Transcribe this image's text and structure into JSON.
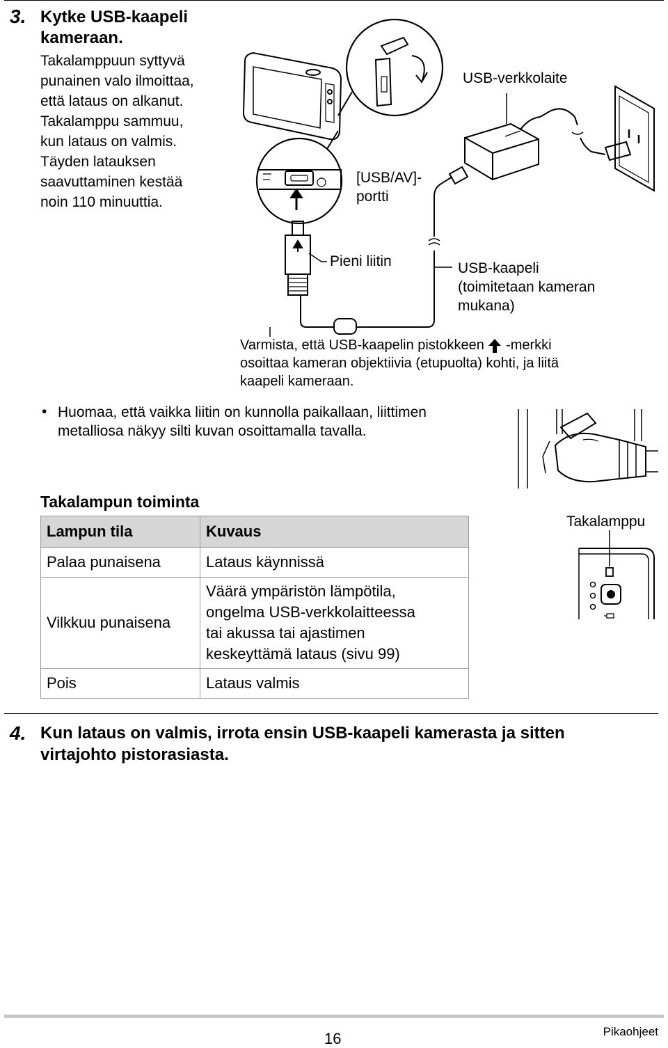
{
  "step3": {
    "number": "3.",
    "title_l1": "Kytke USB-kaapeli",
    "title_l2": "kameraan.",
    "body": [
      "Takalamppuun syttyvä",
      "punainen valo ilmoittaa,",
      "että lataus on alkanut.",
      "Takalamppu sammuu,",
      "kun lataus on valmis.",
      "Täyden latauksen",
      "saavuttaminen kestää",
      "noin 110 minuuttia."
    ]
  },
  "diagram": {
    "usb_av_port_l1": "[USB/AV]-",
    "usb_av_port_l2": "portti",
    "usb_adapter": "USB-verkkolaite",
    "small_connector": "Pieni liitin",
    "usb_cable": [
      "USB-kaapeli",
      "(toimitetaan kameran",
      "mukana)"
    ],
    "varmista": [
      "Varmista, että USB-kaapelin pistokkeen",
      "-merkki",
      "osoittaa kameran objektiivia (etupuolta) kohti, ja liitä",
      "kaapeli kameraan."
    ]
  },
  "note": {
    "bullet": "•",
    "lines": [
      "Huomaa, että vaikka liitin on kunnolla paikallaan, liittimen",
      "metalliosa näkyy silti kuvan osoittamalla tavalla."
    ]
  },
  "led_table": {
    "title": "Takalampun toiminta",
    "headers": [
      "Lampun tila",
      "Kuvaus"
    ],
    "rows": [
      {
        "state": "Palaa punaisena",
        "desc": [
          "Lataus käynnissä"
        ]
      },
      {
        "state": "Vilkkuu punaisena",
        "desc": [
          "Väärä ympäristön lämpötila,",
          "ongelma USB-verkkolaitteessa",
          "tai akussa tai ajastimen",
          "keskeyttämä lataus (sivu 99)"
        ]
      },
      {
        "state": "Pois",
        "desc": [
          "Lataus valmis"
        ]
      }
    ],
    "lamp_label": "Takalamppu"
  },
  "step4": {
    "number": "4.",
    "text_l1": "Kun lataus on valmis, irrota ensin USB-kaapeli kamerasta ja sitten",
    "text_l2": "virtajohto pistorasiasta."
  },
  "footer": {
    "page_number": "16",
    "section": "Pikaohjeet"
  }
}
